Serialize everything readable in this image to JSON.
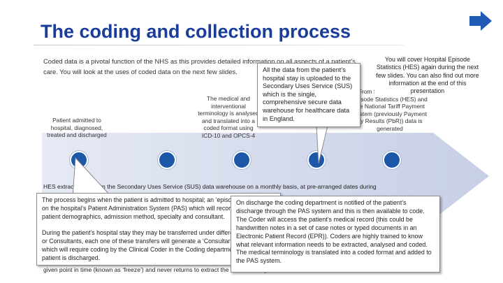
{
  "slide": {
    "title": "The coding and collection process",
    "next_icon": "arrow-right-icon"
  },
  "intro": {
    "text": "Coded data is a pivotal function of the NHS as this provides detailed information on all aspects of a patient’s care. You will look at the uses of coded data on the next few slides."
  },
  "columns": {
    "patient": "Patient admitted to hospital, diagnosed, treated and discharged",
    "medical": "The medical and interventional terminology is analysed and translated into a coded format using ICD-10 and OPCS-4",
    "hes": "From SUS data Hospital Episode Statistics (HES) and the National Tariff Payment System (previously Payment by Results (PbR)) data is generated"
  },
  "callouts": {
    "hes_slides": "You will cover Hospital Episode Statistics (HES) again during the next few slides. You can also find out more information at the end of this presentation",
    "sus": "All the data from the patient’s hospital stay is uploaded to the Secondary Uses Service (SUS) which is the single, comprehensive secure data warehouse for healthcare data in England.",
    "coding": "On discharge the coding department is notified of the patient’s discharge through the PAS system and this is then available to code. The Coder will access the patient’s medical record (this could be handwritten notes in a set of case notes or typed documents in an Electronic Patient Record (EPR)). Coders are highly trained to know what relevant information needs to be extracted, analysed and coded. The medical terminology is translated into a coded format and added to the PAS system.",
    "process": "The process begins when the patient is admitted to hospital; an ‘episode’ is generated on the hospital’s Patient Administration System (PAS) which will record details of patient demographics, admission method, specialty and consultant.\n\nDuring the patient’s hospital stay they may be transferred under different specialties or Consultants, each one of these transfers will generate a ‘Consultant Episode’ which will require coding by the Clinical Coder in the Coding department once the patient is discharged."
  },
  "band": {
    "line1": "HES extracts data from the Secondary Uses Service (SUS) data warehouse on a monthly basis, at pre-arranged dates during",
    "line_last": "given point in time (known as ‘freeze’) and never returns to extract the same data again in the future."
  },
  "colors": {
    "title": "#1a3d9c",
    "arrow_band": "#cfd6ea",
    "dot": "#1d58a8",
    "next_icon": "#1f5bb5"
  }
}
